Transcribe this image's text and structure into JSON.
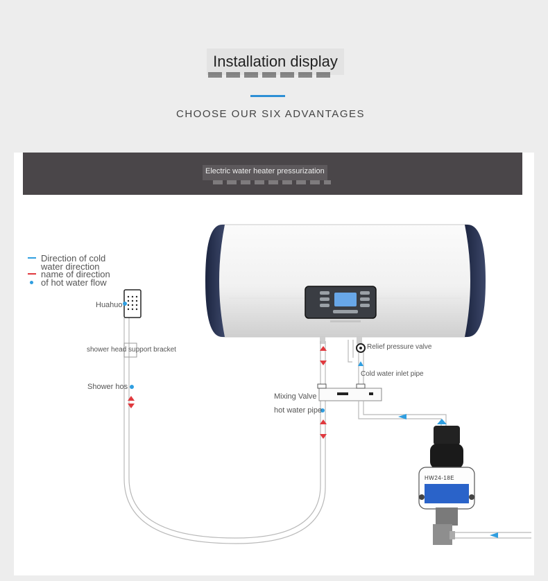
{
  "header": {
    "title": "Installation display",
    "subtitle": "CHOOSE OUR SIX ADVANTAGES",
    "accent_color": "#2d8fd5"
  },
  "banner": {
    "label": "Electric water heater pressurization"
  },
  "legend": [
    "Direction of cold",
    "water direction",
    "name of direction",
    "of hot water flow"
  ],
  "labels": {
    "huahuo": "Huahuo",
    "bracket": "shower head support bracket",
    "hose": "Shower hos",
    "relief": "Relief pressure valve",
    "cold_inlet": "Cold water inlet pipe",
    "mixing": "Mixing Valve",
    "hot_pipe": "hot water pipe"
  },
  "pump": {
    "model": "HW24-18E"
  },
  "colors": {
    "cold": "#2f9ee0",
    "hot": "#e0393e"
  }
}
